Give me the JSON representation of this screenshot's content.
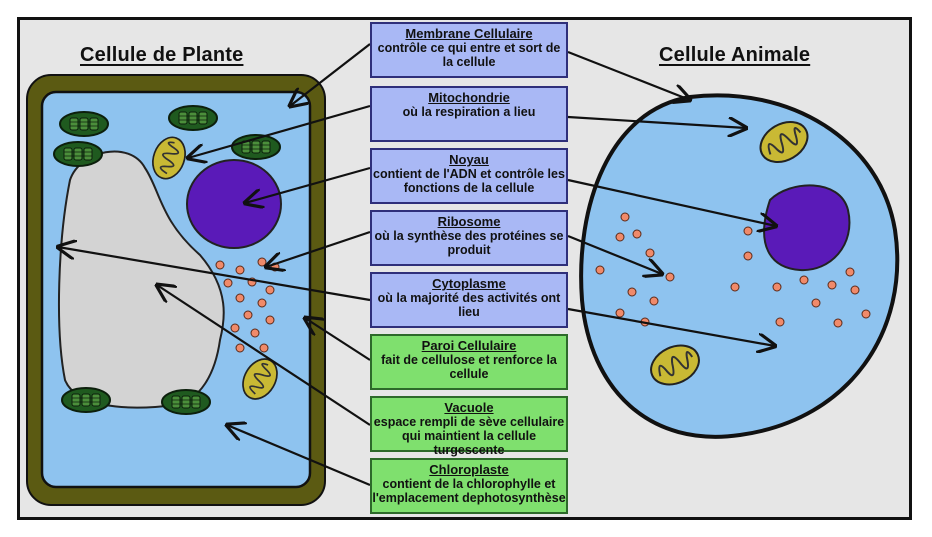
{
  "plant_title": "Cellule de Plante",
  "animal_title": "Cellule Animale",
  "labels": [
    {
      "heading": "Membrane Cellulaire",
      "desc": "contrôle ce qui entre et sort de la cellule",
      "color": "#a9b8f5"
    },
    {
      "heading": "Mitochondrie",
      "desc": "où la respiration a lieu",
      "color": "#a9b8f5"
    },
    {
      "heading": "Noyau",
      "desc": "contient de l'ADN et contrôle les fonctions de la cellule",
      "color": "#a9b8f5"
    },
    {
      "heading": "Ribosome",
      "desc": "où la synthèse des protéines se produit",
      "color": "#a9b8f5"
    },
    {
      "heading": "Cytoplasme",
      "desc": "où la majorité des activités ont lieu",
      "color": "#a9b8f5"
    },
    {
      "heading": "Paroi Cellulaire",
      "desc": "fait de cellulose et renforce la cellule",
      "color": "#7fe06e"
    },
    {
      "heading": "Vacuole",
      "desc": "espace rempli de sève cellulaire qui maintient la cellule turgescente",
      "color": "#7fe06e"
    },
    {
      "heading": "Chloroplaste",
      "desc": "contient de la chlorophylle et l'emplacement dephotosynthèse",
      "color": "#7fe06e"
    }
  ],
  "colors": {
    "cell_wall": "#5b5a12",
    "cytoplasm": "#8ec3ef",
    "vacuole": "#d3d3d3",
    "nucleus": "#5a1ab8",
    "chloroplast": "#1f5a1f",
    "mitochondria": "#c9b934",
    "ribosome": "#f08a6a"
  }
}
